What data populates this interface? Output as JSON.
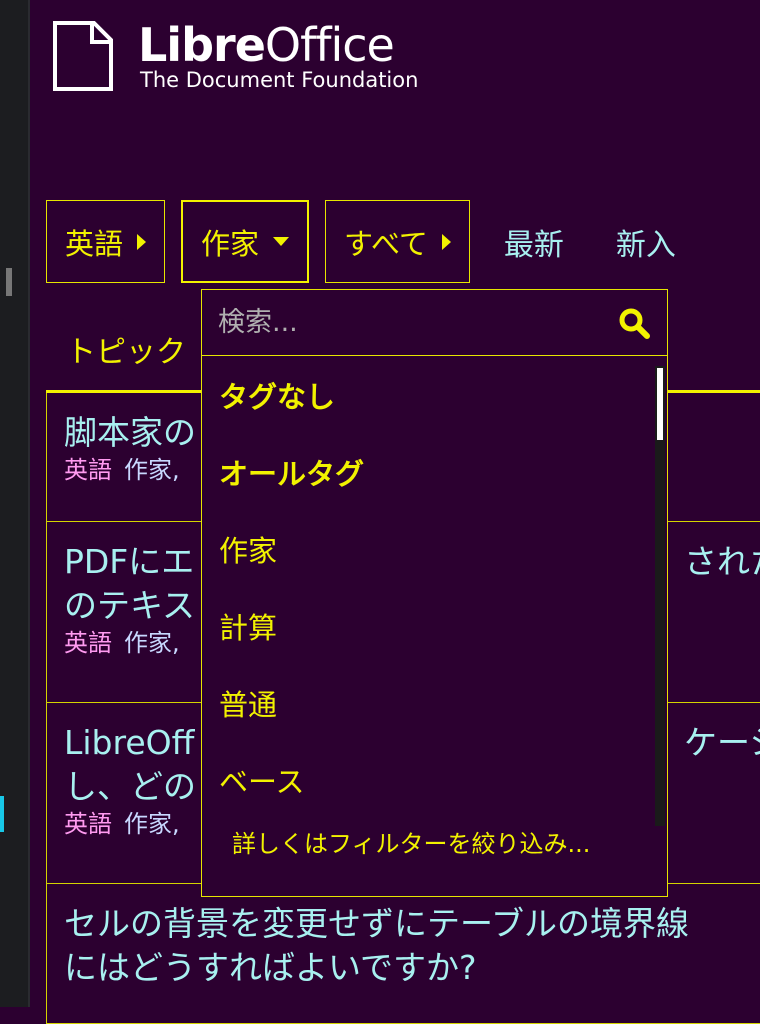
{
  "logo": {
    "name_bold": "Libre",
    "name_rest": "Office",
    "subtitle": "The Document Foundation"
  },
  "nav": {
    "language": "英語",
    "category": "作家",
    "all": "すべて",
    "latest": "最新",
    "new": "新入"
  },
  "topic_header": "トピック",
  "topics": [
    {
      "title": "脚本家の",
      "title_right": "",
      "tags": [
        "英語",
        "作家,"
      ]
    },
    {
      "title": "PDFにエ",
      "title_right": "された",
      "title2": "のテキス",
      "tags": [
        "英語",
        "作家,"
      ]
    },
    {
      "title": "LibreOff",
      "title_right": "ケーシ",
      "title2": "し、どの",
      "tags": [
        "英語",
        "作家,"
      ]
    },
    {
      "title": "セルの背景を変更せずにテーブルの境界線",
      "title2": "にはどうすればよいですか?"
    }
  ],
  "dropdown": {
    "search_placeholder": "検索...",
    "items": [
      "タグなし",
      "オールタグ",
      "作家",
      "計算",
      "普通",
      "ベース"
    ],
    "more": "詳しくはフィルターを絞り込み..."
  }
}
